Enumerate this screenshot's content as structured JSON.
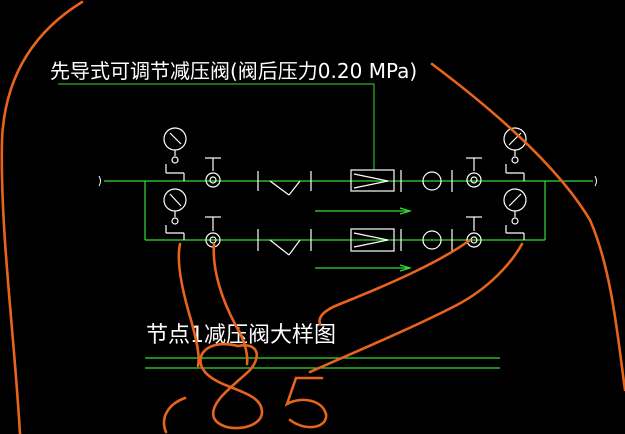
{
  "diagram": {
    "valve_label": "先导式可调节减压阀(阀后压力0.20 MPa)",
    "detail_title": "节点1减压阀大样图",
    "handwritten_note": "85"
  },
  "colors": {
    "background": "#000000",
    "pipe_line": "#33dd33",
    "symbols": "#ffffff",
    "sketch": "#e8641c"
  }
}
